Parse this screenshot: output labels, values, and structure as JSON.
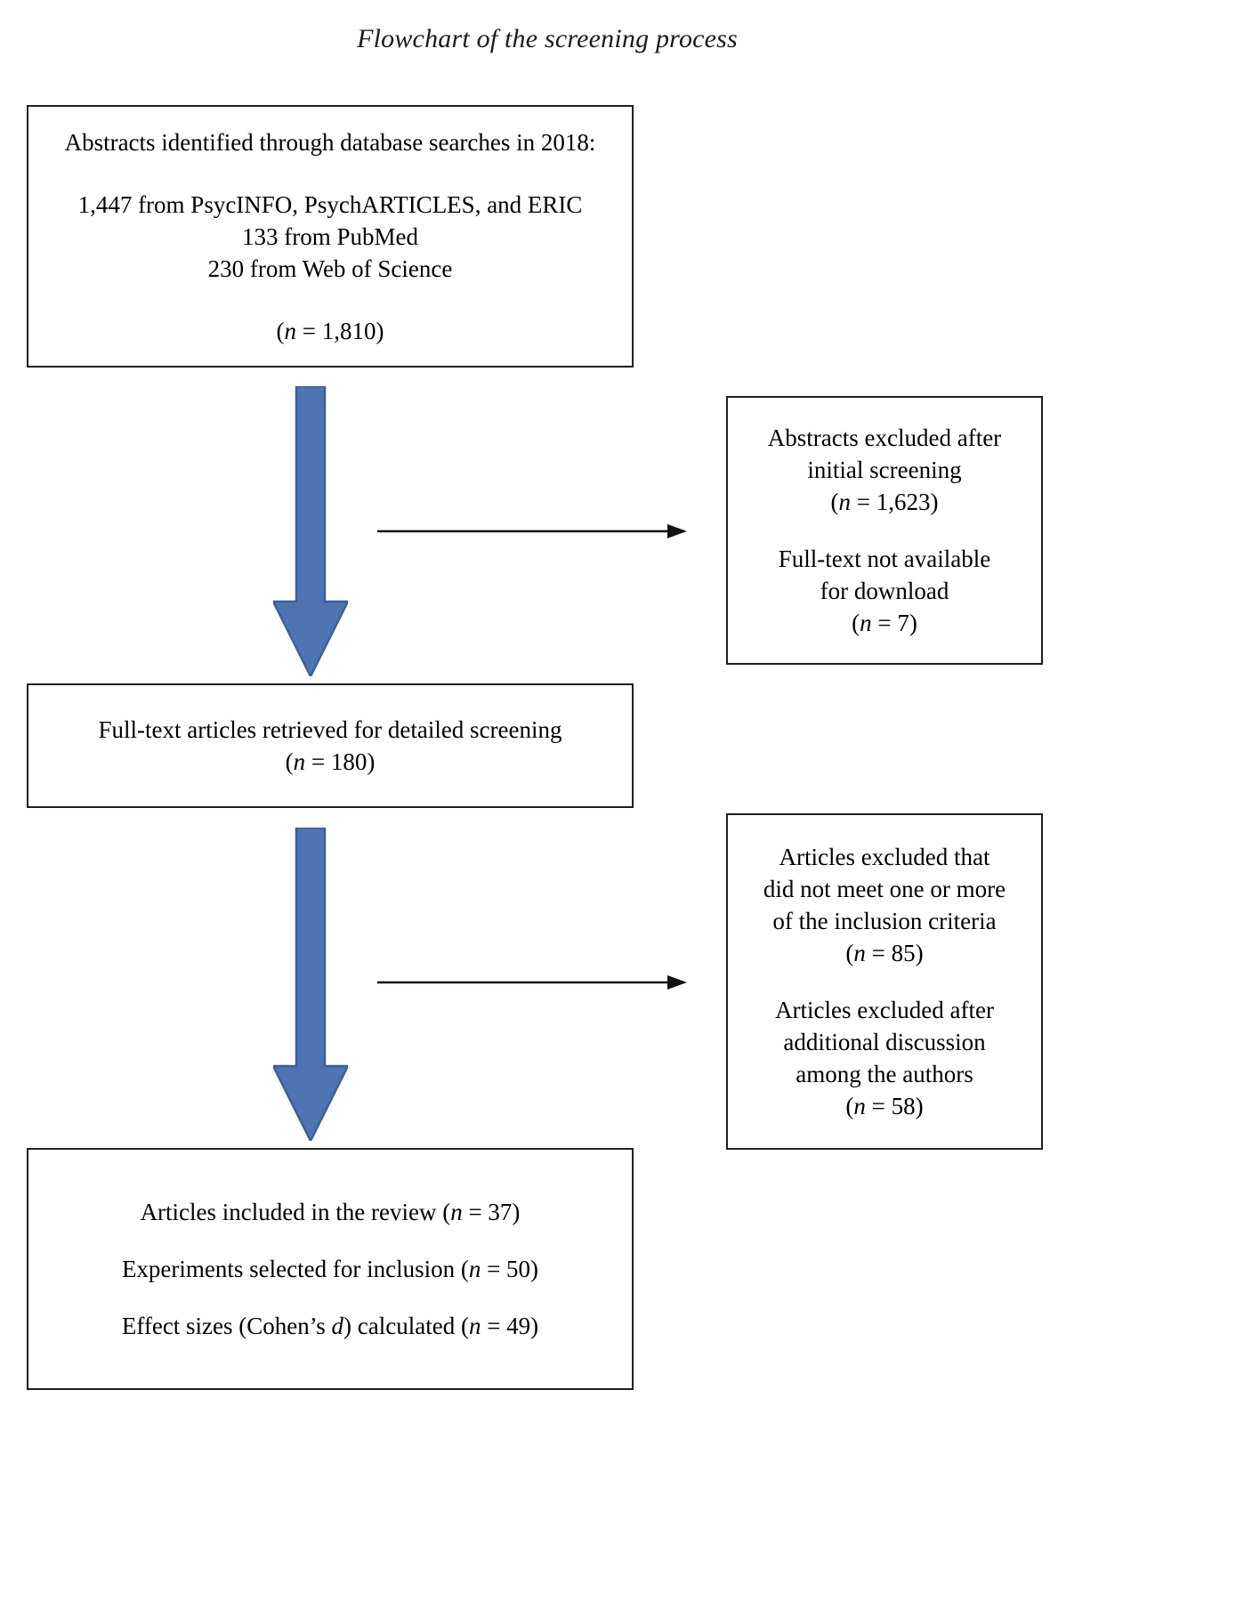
{
  "figure": {
    "title": "Flowchart of the screening process",
    "accent_blue": "#4f74b4",
    "arrow_outline": "#3b5f98",
    "box_border": "#1f1f1f",
    "text_color": "#000000"
  },
  "boxes": {
    "identified": {
      "heading": "Abstracts identified through database searches in 2018:",
      "source_line_1": "1,447 from PsycINFO, PsychARTICLES, and ERIC",
      "source_line_2": "133 from PubMed",
      "source_line_3": "230 from Web of Science",
      "total_prefix": "(",
      "total_n": "n",
      "total_value": " = 1,810)"
    },
    "excluded_initial": {
      "line_1": "Abstracts excluded after",
      "line_2": "initial screening",
      "count_1_prefix": "(",
      "count_1_n": "n",
      "count_1_value": " = 1,623)",
      "line_3": "Full-text not available",
      "line_4": "for download",
      "count_2_prefix": "(",
      "count_2_n": "n",
      "count_2_value": " = 7)"
    },
    "fulltext": {
      "line_1": "Full-text articles retrieved for detailed screening",
      "count_prefix": "(",
      "count_n": "n",
      "count_value": " = 180)"
    },
    "excluded_criteria": {
      "line_1": "Articles excluded that",
      "line_2": "did not meet one or more",
      "line_3": "of the inclusion criteria",
      "count_1_prefix": "(",
      "count_1_n": "n",
      "count_1_value": " = 85)",
      "line_4": "Articles excluded after",
      "line_5": "additional discussion",
      "line_6": "among the authors",
      "count_2_prefix": "(",
      "count_2_n": "n",
      "count_2_value": " = 58)"
    },
    "included": {
      "row_1_pre": "Articles included in the review (",
      "row_1_n": "n",
      "row_1_post": " = 37)",
      "row_2_pre": "Experiments selected for inclusion (",
      "row_2_n": "n",
      "row_2_post": " = 50)",
      "row_3_pre": "Effect sizes (Cohen’s ",
      "row_3_d": "d",
      "row_3_mid": ") calculated (",
      "row_3_n": "n",
      "row_3_post": " = 49)"
    }
  },
  "connectors": {
    "down_arrow_1": "down-block-arrow",
    "down_arrow_2": "down-block-arrow",
    "right_arrow_1": "right-line-arrow",
    "right_arrow_2": "right-line-arrow"
  }
}
